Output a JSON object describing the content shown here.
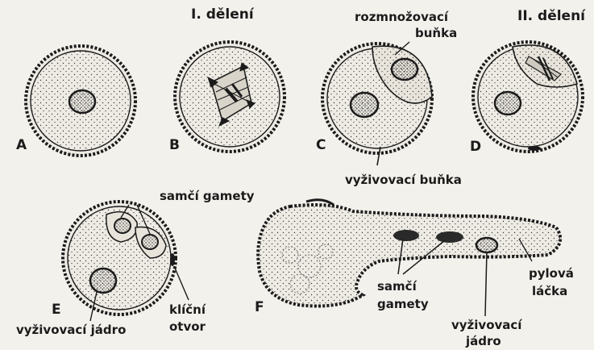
{
  "figure": {
    "panel_letters": {
      "a": "A",
      "b": "B",
      "c": "C",
      "d": "D",
      "e": "E",
      "f": "F"
    },
    "labels": {
      "first_division": "I. dělení",
      "second_division": "II. dělení",
      "generative_cell_line1": "rozmnožovací",
      "generative_cell_line2": "buňka",
      "vegetative_cell": "vyživovací buňka",
      "male_gametes_e": "samčí gamety",
      "vegetative_nucleus_e": "vyživovací jádro",
      "germ_pore_line1": "klíční",
      "germ_pore_line2": "otvor",
      "male_gametes_f_line1": "samčí",
      "male_gametes_f_line2": "gamety",
      "vegetative_nucleus_f_line1": "vyživovací",
      "vegetative_nucleus_f_line2": "jádro",
      "pollen_tube_line1": "pylová",
      "pollen_tube_line2": "láčka"
    }
  },
  "colors": {
    "ink": "#1b1b1b",
    "paper": "#f3f1ec",
    "cell_fill": "#eeebe4"
  }
}
